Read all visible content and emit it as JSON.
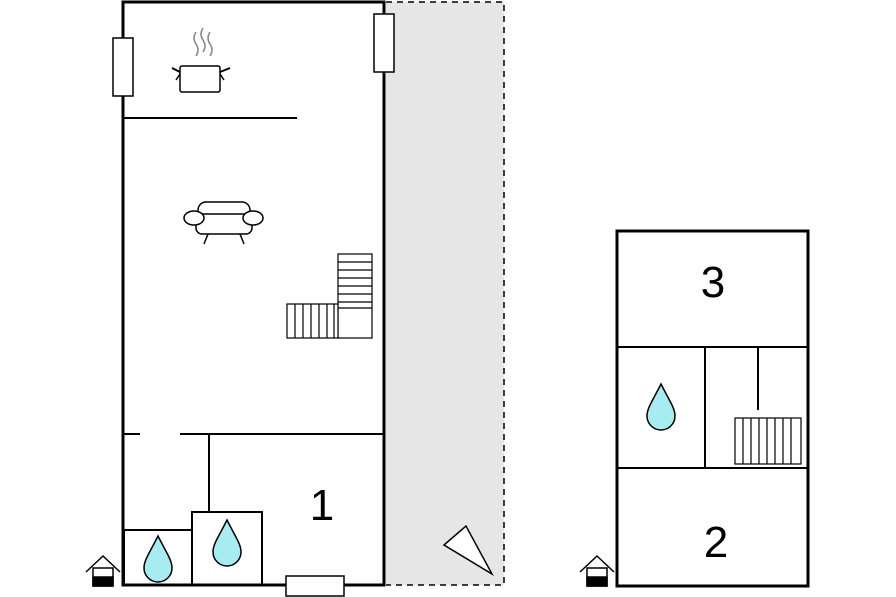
{
  "floorplan": {
    "labels": {
      "room_1": "1",
      "room_2": "2",
      "room_3": "3"
    },
    "icons": [
      "cooking-pot-icon",
      "sofa-icon",
      "staircase-icon",
      "water-drop-icon",
      "house-entrance-icon",
      "compass-north-icon"
    ],
    "colors": {
      "wall": "#000000",
      "terrace": "#e6e6e6",
      "water": "#a8ecf2",
      "background": "#ffffff"
    }
  }
}
